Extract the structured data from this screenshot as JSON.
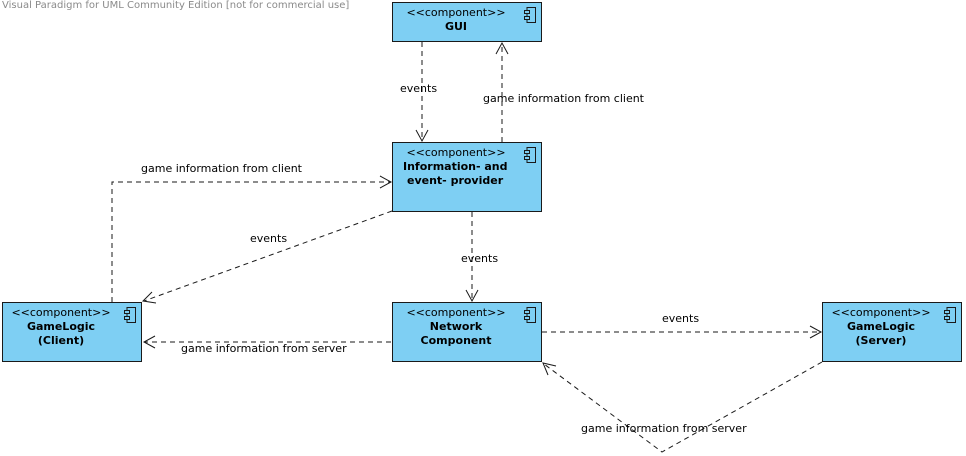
{
  "watermark": "Visual Paradigm for UML Community Edition [not for commercial use]",
  "colors": {
    "component_fill": "#7ecff3",
    "component_border": "#1a1a1a",
    "edge": "#1a1a1a"
  },
  "components": {
    "gui": {
      "stereotype": "<<component>>",
      "name": [
        "GUI"
      ]
    },
    "info_provider": {
      "stereotype": "<<component>>",
      "name": [
        "Information- and",
        "event- provider"
      ]
    },
    "gamelogic_client": {
      "stereotype": "<<component>>",
      "name": [
        "GameLogic",
        "(Client)"
      ]
    },
    "network": {
      "stereotype": "<<component>>",
      "name": [
        "Network",
        "Component"
      ]
    },
    "gamelogic_server": {
      "stereotype": "<<component>>",
      "name": [
        "GameLogic",
        "(Server)"
      ]
    }
  },
  "edges": {
    "gui_to_info": {
      "label": "events"
    },
    "info_to_gui": {
      "label": "game information from client"
    },
    "client_to_info": {
      "label": "game information from client"
    },
    "info_to_client": {
      "label": "events"
    },
    "info_to_network": {
      "label": "events"
    },
    "network_to_client": {
      "label": "game information from server"
    },
    "network_to_server": {
      "label": "events"
    },
    "server_to_network": {
      "label": "game information from server"
    }
  }
}
